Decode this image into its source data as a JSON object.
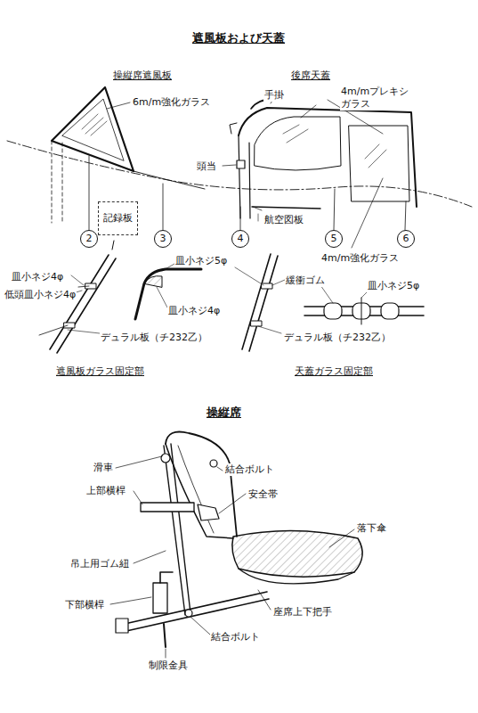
{
  "diagram": {
    "title": "遮風板および天蓋",
    "nodes": [
      {
        "text": [
          "記録板"
        ]
      },
      {
        "text": [
          "2"
        ]
      },
      {
        "text": [
          "3"
        ]
      },
      {
        "text": [
          "4"
        ]
      },
      {
        "text": [
          "5"
        ]
      },
      {
        "text": [
          "6"
        ]
      }
    ],
    "labels": [
      "操縦席遮風板",
      "後席天蓋",
      "6m/m強化ガラス",
      "手掛",
      "4m/mプレキシガラス",
      "頭当",
      "航空図板",
      "4m/m強化ガラス",
      "皿小ネジ4φ",
      "低頭皿小ネジ4φ",
      "皿小ネジ4φ",
      "デュラル板（チ232乙）",
      "遮風板ガラス固定部",
      "皿小ネジ5φ",
      "緩衝ゴム",
      "皿小ネジ5φ",
      "デュラル板（チ232乙）",
      "天蓋ガラス固定部",
      "操縦席",
      "滑車",
      "結合ボルト",
      "上部横桿",
      "安全帯",
      "落下傘",
      "吊上用ゴム紐",
      "下部横桿",
      "座席上下把手",
      "結合ボルト",
      "制限金具"
    ]
  }
}
